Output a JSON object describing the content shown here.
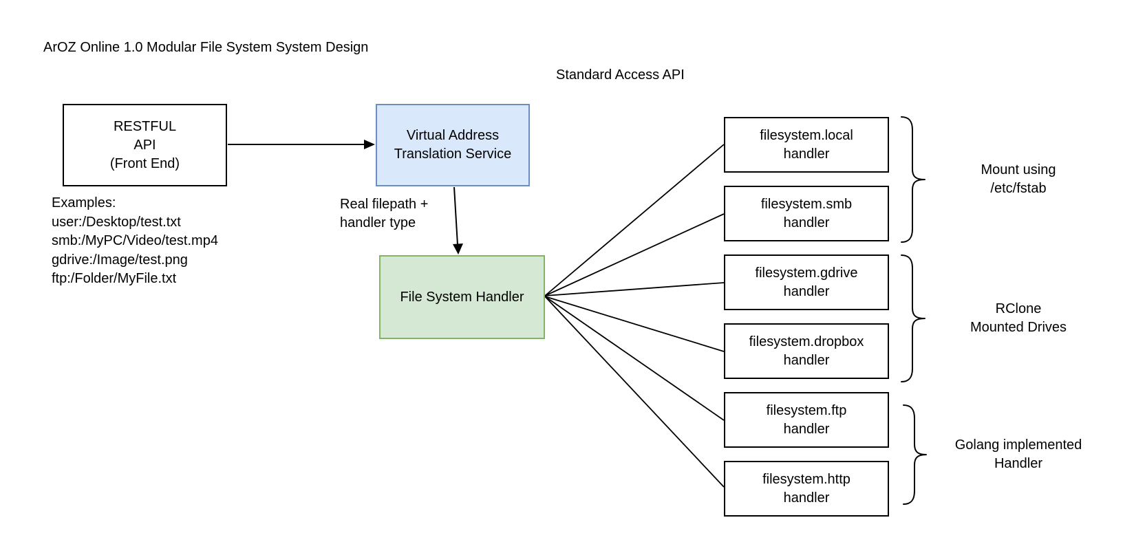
{
  "title": "ArOZ Online 1.0 Modular File System System Design",
  "standard_access_api_label": "Standard Access API",
  "front_end_box": {
    "line1": "RESTFUL",
    "line2": "API",
    "line3": "(Front End)"
  },
  "examples": {
    "heading": "Examples:",
    "items": [
      "user:/Desktop/test.txt",
      "smb:/MyPC/Video/test.mp4",
      "gdrive:/Image/test.png",
      "ftp:/Folder/MyFile.txt"
    ]
  },
  "translation_box": {
    "line1": "Virtual Address",
    "line2": "Translation Service",
    "fill": "#dae8fc",
    "border": "#6c8ebf"
  },
  "real_filepath_label": {
    "line1": "Real filepath +",
    "line2": "handler type"
  },
  "file_system_handler_box": {
    "label": "File System Handler",
    "fill": "#d5e8d4",
    "border": "#82b366"
  },
  "handlers": [
    {
      "line1": "filesystem.local",
      "line2": "handler"
    },
    {
      "line1": "filesystem.smb",
      "line2": "handler"
    },
    {
      "line1": "filesystem.gdrive",
      "line2": "handler"
    },
    {
      "line1": "filesystem.dropbox",
      "line2": "handler"
    },
    {
      "line1": "filesystem.ftp",
      "line2": "handler"
    },
    {
      "line1": "filesystem.http",
      "line2": "handler"
    }
  ],
  "groups": [
    {
      "line1": "Mount using",
      "line2": "/etc/fstab"
    },
    {
      "line1": "RClone",
      "line2": "Mounted Drives"
    },
    {
      "line1": "Golang implemented",
      "line2": "Handler"
    }
  ],
  "colors": {
    "background": "#ffffff",
    "connector": "#000000",
    "plain_box_border": "#000000",
    "text": "#000000"
  }
}
